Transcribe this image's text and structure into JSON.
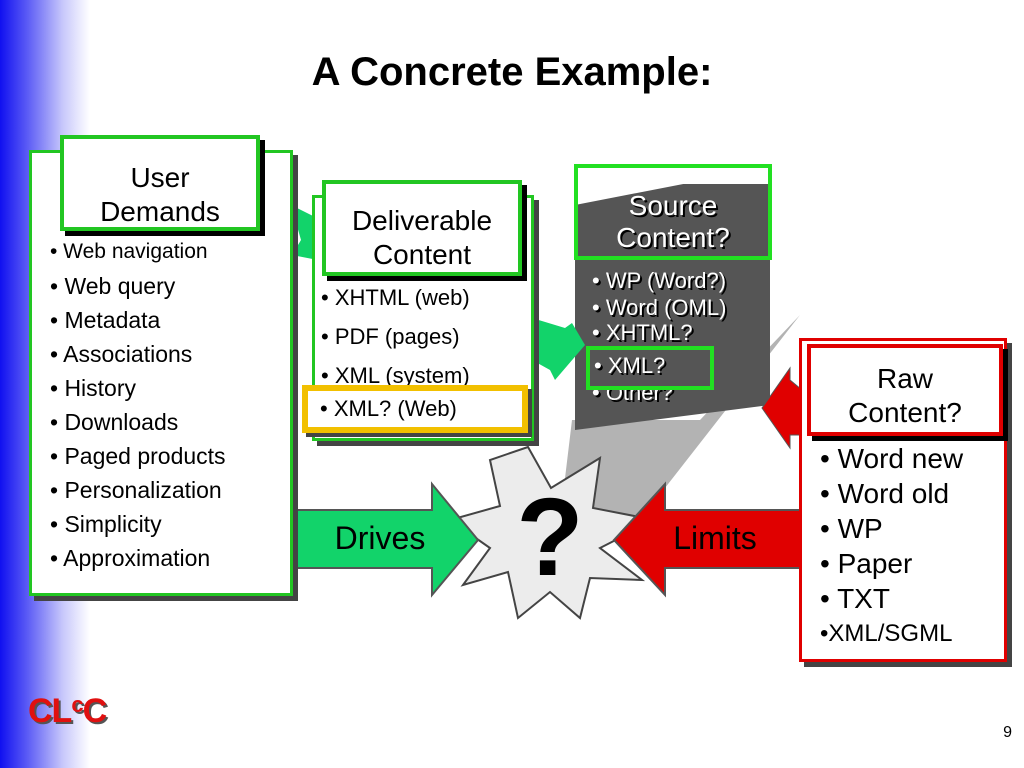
{
  "slide": {
    "title": "A Concrete Example:",
    "page_number": "9",
    "logo": {
      "part1": "CL",
      "part2": "c",
      "part3": "C"
    }
  },
  "user_demands": {
    "title_line1": "User",
    "title_line2": "Demands",
    "items": [
      "• Web navigation",
      "• Web query",
      "• Metadata",
      "• Associations",
      "• History",
      "• Downloads",
      "• Paged products",
      "• Personalization",
      "• Simplicity",
      "• Approximation"
    ]
  },
  "deliverable": {
    "title_line1": "Deliverable",
    "title_line2": "Content",
    "items": [
      "• XHTML (web)",
      "• PDF (pages)",
      "• XML (system)"
    ],
    "highlight_item": "• XML? (Web)"
  },
  "source": {
    "title_line1": "Source",
    "title_line2": "Content?",
    "items": [
      "• WP (Word?)",
      "• Word (OML)",
      "• XHTML?"
    ],
    "highlight_item": "• XML?",
    "last_item": "• Other?"
  },
  "raw": {
    "title_line1": "Raw",
    "title_line2": "Content?",
    "items": [
      "• Word new",
      "• Word old",
      "• WP",
      "• Paper",
      "• TXT"
    ],
    "last_item": "•XML/SGML"
  },
  "arrows": {
    "drives": "Drives",
    "limits": "Limits",
    "center": "?"
  },
  "colors": {
    "green": "#22c622",
    "arrow_green": "#12d36a",
    "red": "#e00000",
    "yellow": "#f2c000",
    "dark_grey": "#555555",
    "sidebar_blue": "#1010f0"
  }
}
